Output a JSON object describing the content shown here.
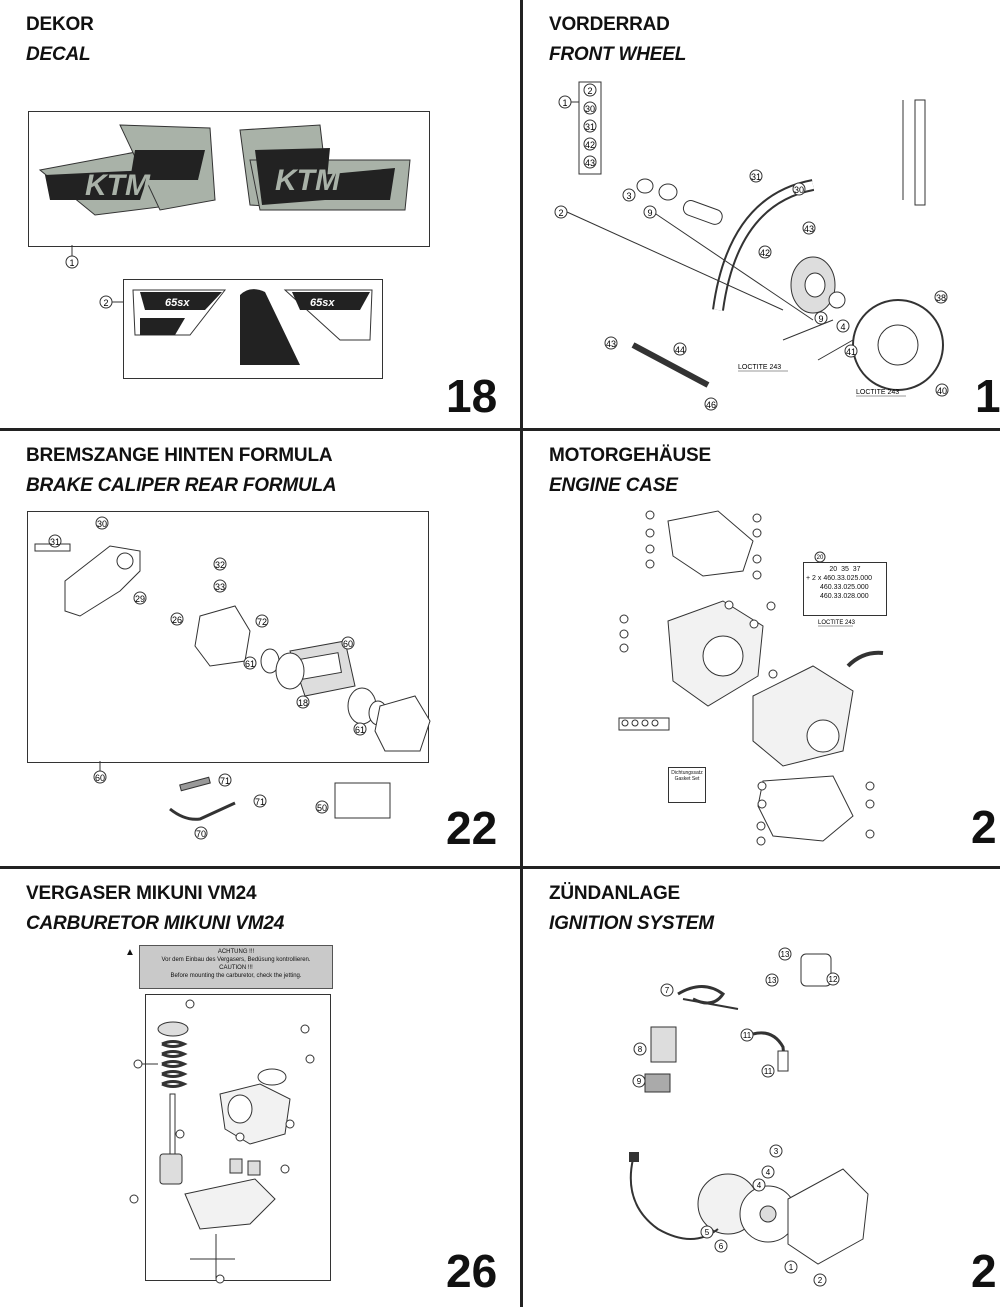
{
  "panels": [
    {
      "title_de": "DEKOR",
      "title_en": "DECAL",
      "page": "18"
    },
    {
      "title_de": "VORDERRAD",
      "title_en": "FRONT WHEEL",
      "page": "1"
    },
    {
      "title_de": "BREMSZANGE HINTEN FORMULA",
      "title_en": "BRAKE CALIPER REAR FORMULA",
      "page": "22"
    },
    {
      "title_de": "MOTORGEHÄUSE",
      "title_en": "ENGINE CASE",
      "page": "2"
    },
    {
      "title_de": "VERGASER MIKUNI VM24",
      "title_en": "CARBURETOR MIKUNI VM24",
      "page": "26"
    },
    {
      "title_de": "ZÜNDANLAGE",
      "title_en": "IGNITION SYSTEM",
      "page": "2"
    }
  ],
  "decal": {
    "callouts": [
      "1",
      "2"
    ],
    "logo_text": "KTM",
    "badge_text": "65sx"
  },
  "front_wheel": {
    "kit_callouts": [
      "1",
      "2",
      "30",
      "31",
      "42",
      "43"
    ],
    "callouts": [
      "2",
      "3",
      "9",
      "31",
      "30",
      "43",
      "42",
      "9",
      "4",
      "38",
      "41",
      "43",
      "44",
      "46",
      "40"
    ],
    "loctite_1": "LOCTITE 243",
    "loctite_2": "LOCTITE 243"
  },
  "brake_caliper": {
    "callouts": [
      "30",
      "31",
      "29",
      "26",
      "32",
      "33",
      "72",
      "60",
      "61",
      "18",
      "61",
      "60",
      "71",
      "71",
      "70",
      "50"
    ]
  },
  "engine_case": {
    "info_numbers": [
      "20",
      "35",
      "37"
    ],
    "info_lines": [
      "+ 2 x 460.33.025.000",
      "460.33.025.000",
      "460.33.028.000"
    ],
    "loctite": "LOCTITE 243",
    "gasket_label": "Dichtungssatz Gasket Set"
  },
  "carburetor": {
    "warning_lines": [
      "ACHTUNG !!!",
      "Vor dem Einbau des Vergasers, Bedüsung kontrollieren.",
      "CAUTION !!!",
      "Before mounting the carburetor, check the jetting."
    ],
    "warning_symbol": "▲"
  },
  "ignition": {
    "callouts": [
      "7",
      "13",
      "13",
      "12",
      "8",
      "9",
      "11",
      "11",
      "3",
      "4",
      "4",
      "6",
      "5",
      "1",
      "2"
    ]
  }
}
